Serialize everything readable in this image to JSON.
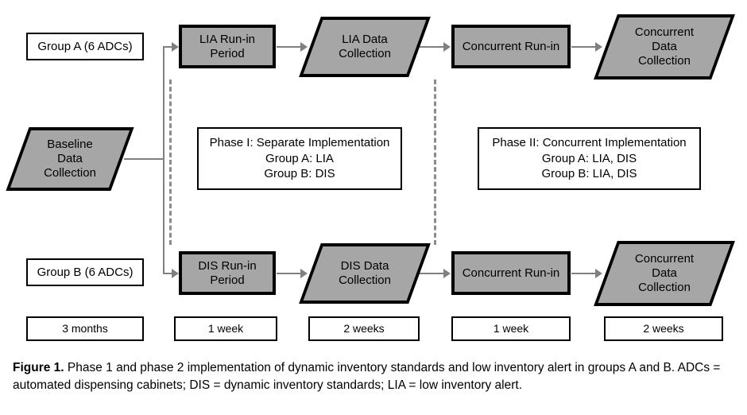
{
  "figure": {
    "caption_label": "Figure 1.",
    "caption_text": " Phase 1 and phase 2 implementation of dynamic inventory standards and low inventory alert in groups A and B. ADCs = automated dispensing cabinets; DIS = dynamic inventory standards; LIA = low inventory alert.",
    "colors": {
      "fill_gray": "#a6a6a6",
      "outline_black": "#000000",
      "connector_gray": "#808080",
      "divider_gray": "#8c8c8c",
      "background": "#ffffff"
    }
  },
  "nodes": {
    "group_a": "Group A (6 ADCs)",
    "group_b": "Group B (6 ADCs)",
    "baseline": "Baseline\nData\nCollection",
    "lia_runin": "LIA Run-in\nPeriod",
    "lia_data": "LIA Data\nCollection",
    "dis_runin": "DIS Run-in\nPeriod",
    "dis_data": "DIS Data\nCollection",
    "concurrent_runin_top": "Concurrent Run-in",
    "concurrent_runin_bottom": "Concurrent Run-in",
    "concurrent_data_top": "Concurrent\nData\nCollection",
    "concurrent_data_bottom": "Concurrent\nData\nCollection"
  },
  "phases": {
    "phase_1": "Phase I: Separate Implementation\nGroup A: LIA\nGroup B: DIS",
    "phase_2": "Phase II: Concurrent Implementation\nGroup A: LIA, DIS\nGroup B: LIA, DIS"
  },
  "durations": [
    {
      "label": "3 months"
    },
    {
      "label": "1 week"
    },
    {
      "label": "2 weeks"
    },
    {
      "label": "1 week"
    },
    {
      "label": "2 weeks"
    }
  ]
}
